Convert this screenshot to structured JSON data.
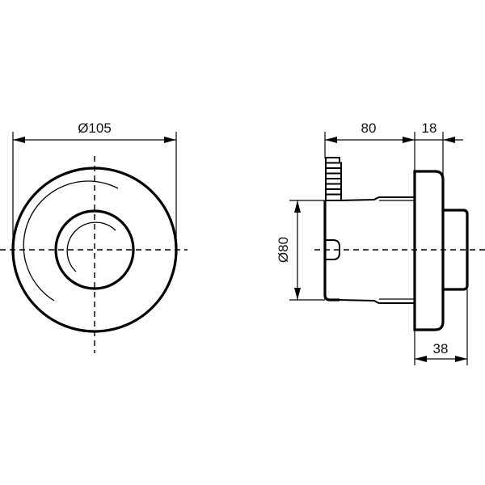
{
  "drawing": {
    "front_view": {
      "diameter_label": "Ø105"
    },
    "side_view": {
      "depth_label": "80",
      "flange_label": "18",
      "button_label": "38",
      "body_diameter_label": "Ø80"
    }
  },
  "colors": {
    "line": "#000000",
    "background": "#ffffff"
  }
}
